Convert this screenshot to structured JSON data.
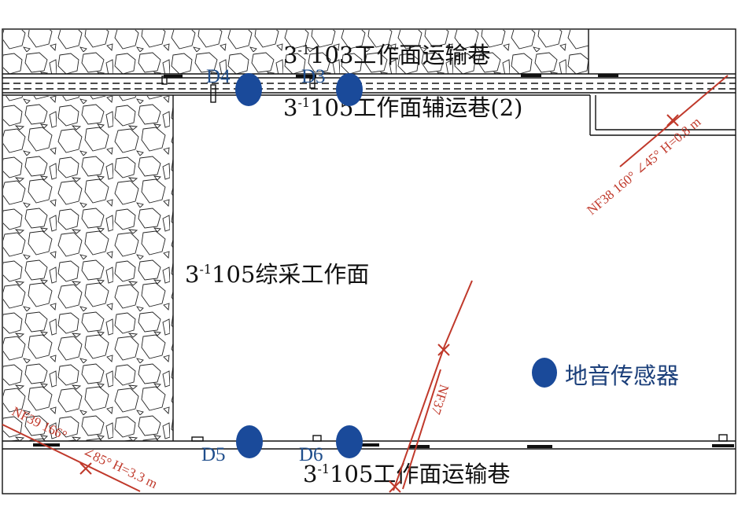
{
  "labels": {
    "top_road": {
      "pre": "3",
      "sup": "-1",
      "post": "103工作面运输巷"
    },
    "aux_road": {
      "pre": "3",
      "sup": "-1",
      "post": "105工作面辅运巷(2)"
    },
    "face": {
      "pre": "3",
      "sup": "-1",
      "post": "105综采工作面"
    },
    "bottom_road": {
      "pre": "3",
      "sup": "-1",
      "post": "105工作面运输巷"
    }
  },
  "sensors": {
    "d4": "D4",
    "d3": "D3",
    "d5": "D5",
    "d6": "D6"
  },
  "legend": {
    "sensor": "地音传感器"
  },
  "faults": {
    "nf38": "NF38  160° ∠45°  H=0.8 m",
    "nf37": "NF37",
    "nf39_name": "NF39  166°",
    "nf39_dip": "∠85°",
    "nf39_h": "H=3.3 m"
  },
  "colors": {
    "sensor": "#1a4a9a",
    "fault": "#c0392b",
    "label_blue": "#1f4e8c"
  }
}
